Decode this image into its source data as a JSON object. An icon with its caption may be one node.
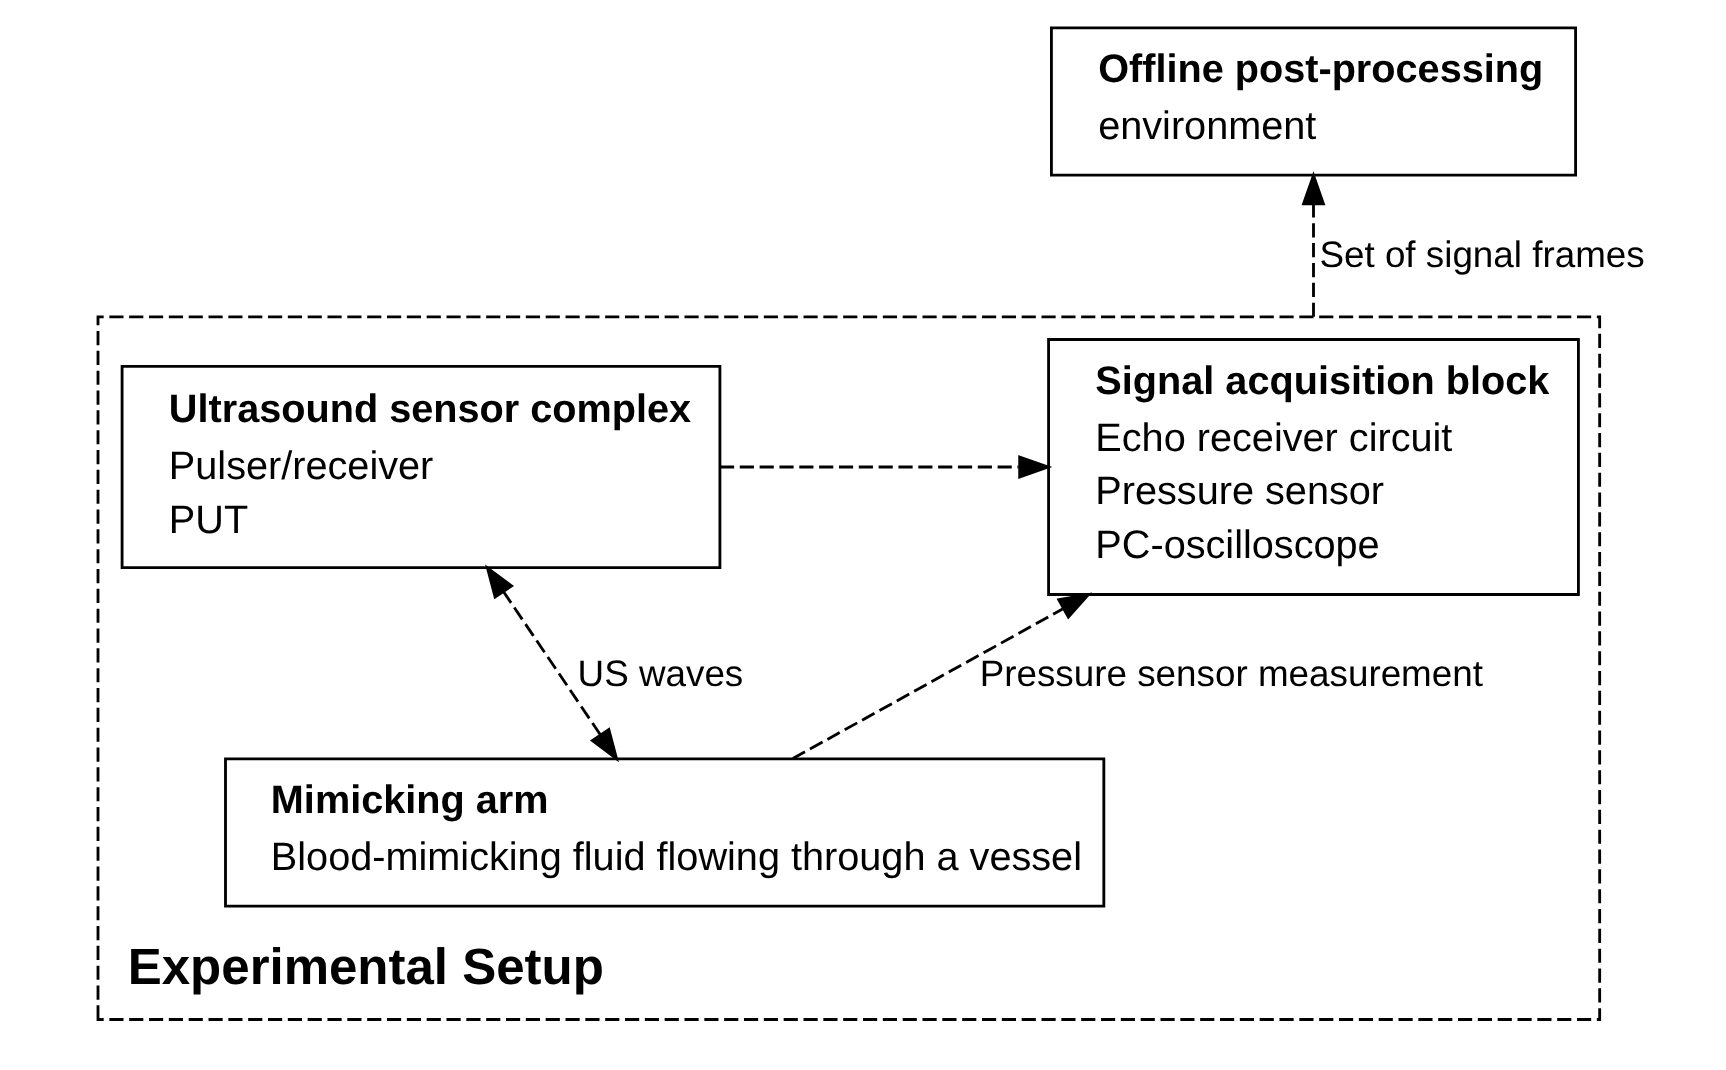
{
  "diagram": {
    "nodes": [
      {
        "text": [
          "Offline post-processing",
          "environment"
        ]
      },
      {
        "text": [
          "Experimental Setup"
        ]
      },
      {
        "text": [
          "Ultrasound sensor complex",
          "Pulser/receiver",
          "PUT"
        ],
        "in": 1
      },
      {
        "text": [
          "Signal acquisition block",
          "Echo receiver circuit",
          "Pressure sensor",
          "PC-oscilloscope"
        ],
        "in": 1
      },
      {
        "text": [
          "Mimicking arm",
          "Blood-mimicking fluid flowing through a vessel"
        ],
        "in": 1
      }
    ],
    "edges": [
      {
        "from": 2,
        "to": 3,
        "arrow": "to",
        "style": "dashed"
      },
      {
        "from": 1,
        "to": 0,
        "arrow": "to",
        "style": "dashed",
        "label": "Set of signal frames"
      },
      {
        "from": 4,
        "to": 2,
        "arrow": "both",
        "style": "dashed",
        "label": "US waves"
      },
      {
        "from": 4,
        "to": 3,
        "arrow": "to",
        "style": "dashed",
        "label": "Pressure sensor measurement"
      }
    ]
  }
}
